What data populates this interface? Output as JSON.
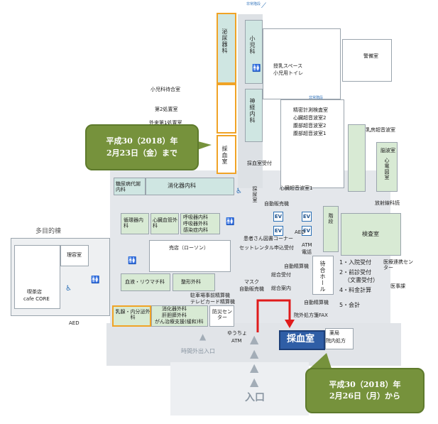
{
  "labels": {
    "top_stairs": "非常階段",
    "urology": "泌尿器科",
    "pediatrics": "小児科",
    "nursing_space": "授乳スペース",
    "pediatric_toilet": "小児用トイレ",
    "pediatric_waiting": "小児科待合室",
    "treatment2": "第2処置室",
    "outpatient_treatment1": "外来第1処置室",
    "neurology": "神経内科",
    "right_stairs": "非常階段",
    "ultrasound_lab": "精密計測検査室",
    "cardio_echo2": "心臓超音波室2",
    "abdominal_echo2": "腹部超音波室2",
    "abdominal_echo1": "腹部超音波室1",
    "cardio_echo1": "心臓超音波室1",
    "mammo_echo": "乳房超音波室",
    "ecg": "脳波室",
    "cardiac": "心電図室",
    "radiation": "放射線科読",
    "security": "警備室",
    "blood_room_old": "採血室",
    "blood_reception": "採血室受付",
    "urine_room": "採尿室",
    "diabetes": "糖尿病代謝内科",
    "gastro": "消化器内科",
    "vending": "自動販売機",
    "cardio_circ": "循環器内科",
    "cardio_surgery": "心臓血管外科",
    "respiratory_med": "呼吸器内科",
    "respiratory_surg": "呼吸器外科",
    "infection": "感染症内科",
    "ev": "EV",
    "library": "患者さん図書コーナー",
    "rental": "セットレンタル申込受付",
    "atm_phone": "ATM",
    "phone": "電話",
    "stairs_small": "階段",
    "exam": "検査室",
    "aed_mid": "AED",
    "shop": "売店（ローソン）",
    "rheumatology": "血液・リウマチ科",
    "orthopedics": "整形外科",
    "mask": "マスク",
    "vending2": "自動販売機",
    "general_q": "総合受付",
    "general_q2": "総合案内",
    "machine_q": "自動精算機",
    "outside_fax": "院外処方箋FAX",
    "waiting_hall": "待合ホール",
    "reception_1": "1・入院受付",
    "reception_2": "2・前診受付",
    "reception_2b": "（文書受付）",
    "reception_4": "4・料金計算",
    "reception_5": "5・会計",
    "medical_center": "医療連携センター",
    "office": "医事課",
    "multipurpose": "多目的棟",
    "cafe": "喫茶店",
    "cafe_core": "cafe CORE",
    "barber": "理容室",
    "aed_left": "AED",
    "breast": "乳腺・内分泌外科",
    "gastro_surg": "消化器外科",
    "liver_surg": "肝胆膵外科",
    "cancer_support": "がん治療支援(緩和)科",
    "disaster_center": "防災センター",
    "yucho": "ゆうちょ",
    "atm2": "ATM",
    "parking_machine": "駐車場事前精算機",
    "tv_card_machine": "テレビカード精算機",
    "after_hours_entrance": "時間外出入口",
    "entrance": "入口",
    "new_blood_room": "採血室",
    "pharmacy": "薬局",
    "pharmacy_sub": "院内処方",
    "machine_q2": "自動精算機"
  },
  "callouts": {
    "old": {
      "line1": "平成30（2018）年",
      "line2": "2月23日（金）まで"
    },
    "new": {
      "line1": "平成30（2018）年",
      "line2": "2月26日（月）から"
    }
  },
  "colors": {
    "corridor": "#d9dde2",
    "room_green": "#d8ead4",
    "room_teal": "#cfe6e2",
    "outline": "#9aa4ad",
    "callout": "#76923c",
    "highlight": "#2f5ea6",
    "arrow": "#e01b1b",
    "orange": "#f0a326"
  }
}
